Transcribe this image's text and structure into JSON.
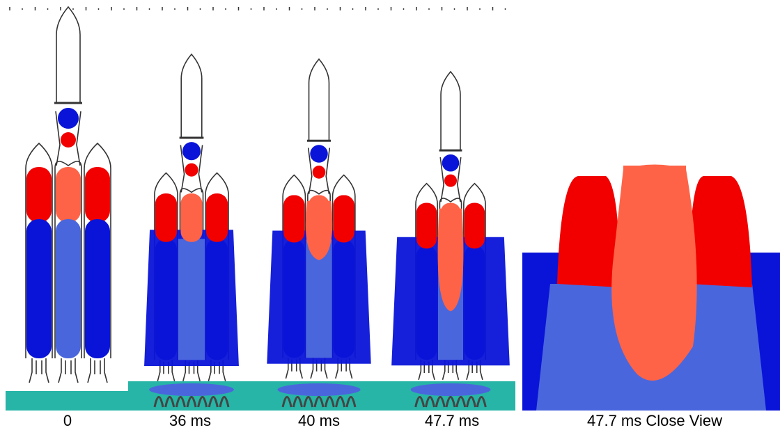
{
  "colors": {
    "oxidizer": "#f20000",
    "fuel_core": "#ff6347",
    "fuel_booster": "#0a14d8",
    "fuel_core_blue": "#4a66dd",
    "ground": "#26b5a6",
    "outline": "#333333"
  },
  "frames": [
    {
      "caption": "0"
    },
    {
      "caption": "36 ms"
    },
    {
      "caption": "40 ms"
    },
    {
      "caption": "47.7 ms"
    },
    {
      "caption": "47.7 ms Close View"
    }
  ]
}
